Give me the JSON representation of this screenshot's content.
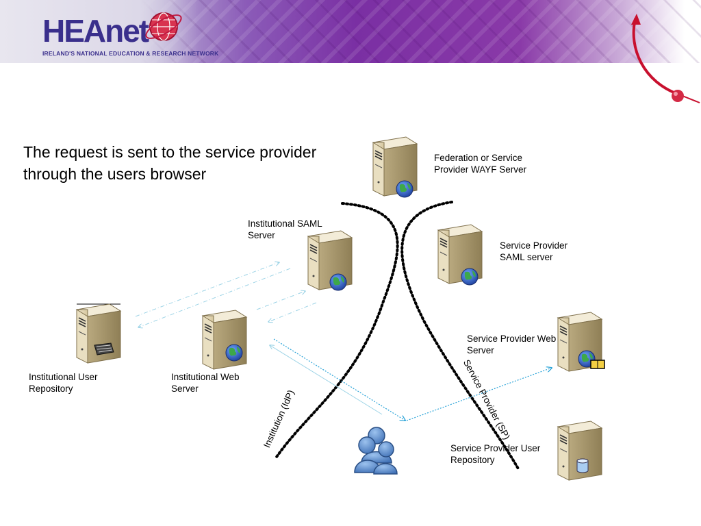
{
  "brand": {
    "name": "HEAnet",
    "tagline": "IRELAND'S NATIONAL EDUCATION & RESEARCH NETWORK"
  },
  "slide": {
    "headline": "The request is sent to the service provider through the users browser"
  },
  "nodes": {
    "wayf": "Federation or Service Provider WAYF Server",
    "inst_saml": "Institutional SAML Server",
    "sp_saml": "Service Provider SAML server",
    "inst_user_repo": "Institutional User Repository",
    "inst_web": "Institutional Web Server",
    "sp_web": "Service Provider Web Server",
    "sp_user_repo": "Service Provider User Repository"
  },
  "zones": {
    "idp": "Institution (IdP)",
    "sp": "Service Provider (SP)"
  },
  "colors": {
    "accent": "#3a2f8c",
    "banner": "#7a2fa3",
    "arrow_active": "#29a3d8",
    "arrow_faint": "#9cd3e6"
  }
}
